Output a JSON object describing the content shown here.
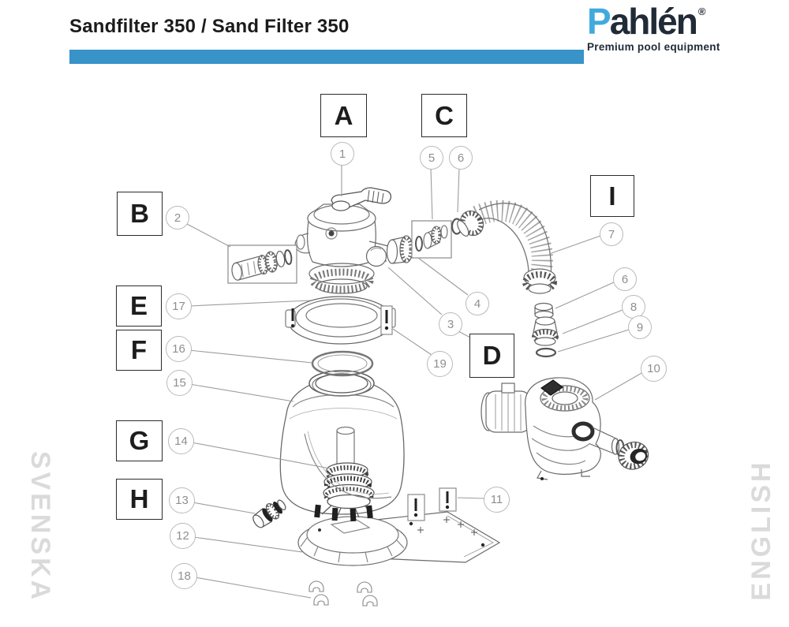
{
  "header": {
    "title": "Sandfilter 350 / Sand Filter 350"
  },
  "brand": {
    "name": "Pahlén",
    "registered": "®",
    "tagline": "Premium pool equipment"
  },
  "language_labels": {
    "left": "SVENSKA",
    "right": "ENGLISH"
  },
  "colors": {
    "accent": "#3793c8",
    "brand_blue": "#41aadd",
    "brand_navy": "#212b38",
    "box_border": "#2b2b2b",
    "callout_ring": "#bababa",
    "callout_number": "#8f8f8f",
    "leader_line": "#9c9c9c",
    "line_art": "#6a6a6a",
    "sidebar_text": "#dadada"
  },
  "callouts": {
    "boxes": [
      {
        "label": "A"
      },
      {
        "label": "B"
      },
      {
        "label": "C"
      },
      {
        "label": "D"
      },
      {
        "label": "E"
      },
      {
        "label": "F"
      },
      {
        "label": "G"
      },
      {
        "label": "H"
      },
      {
        "label": "I"
      }
    ],
    "circles": [
      {
        "label": "1"
      },
      {
        "label": "2"
      },
      {
        "label": "3"
      },
      {
        "label": "4"
      },
      {
        "label": "5"
      },
      {
        "label": "6"
      },
      {
        "label": "6"
      },
      {
        "label": "7"
      },
      {
        "label": "8"
      },
      {
        "label": "9"
      },
      {
        "label": "10"
      },
      {
        "label": "11"
      },
      {
        "label": "12"
      },
      {
        "label": "13"
      },
      {
        "label": "14"
      },
      {
        "label": "15"
      },
      {
        "label": "16"
      },
      {
        "label": "17"
      },
      {
        "label": "18"
      },
      {
        "label": "19"
      }
    ]
  }
}
